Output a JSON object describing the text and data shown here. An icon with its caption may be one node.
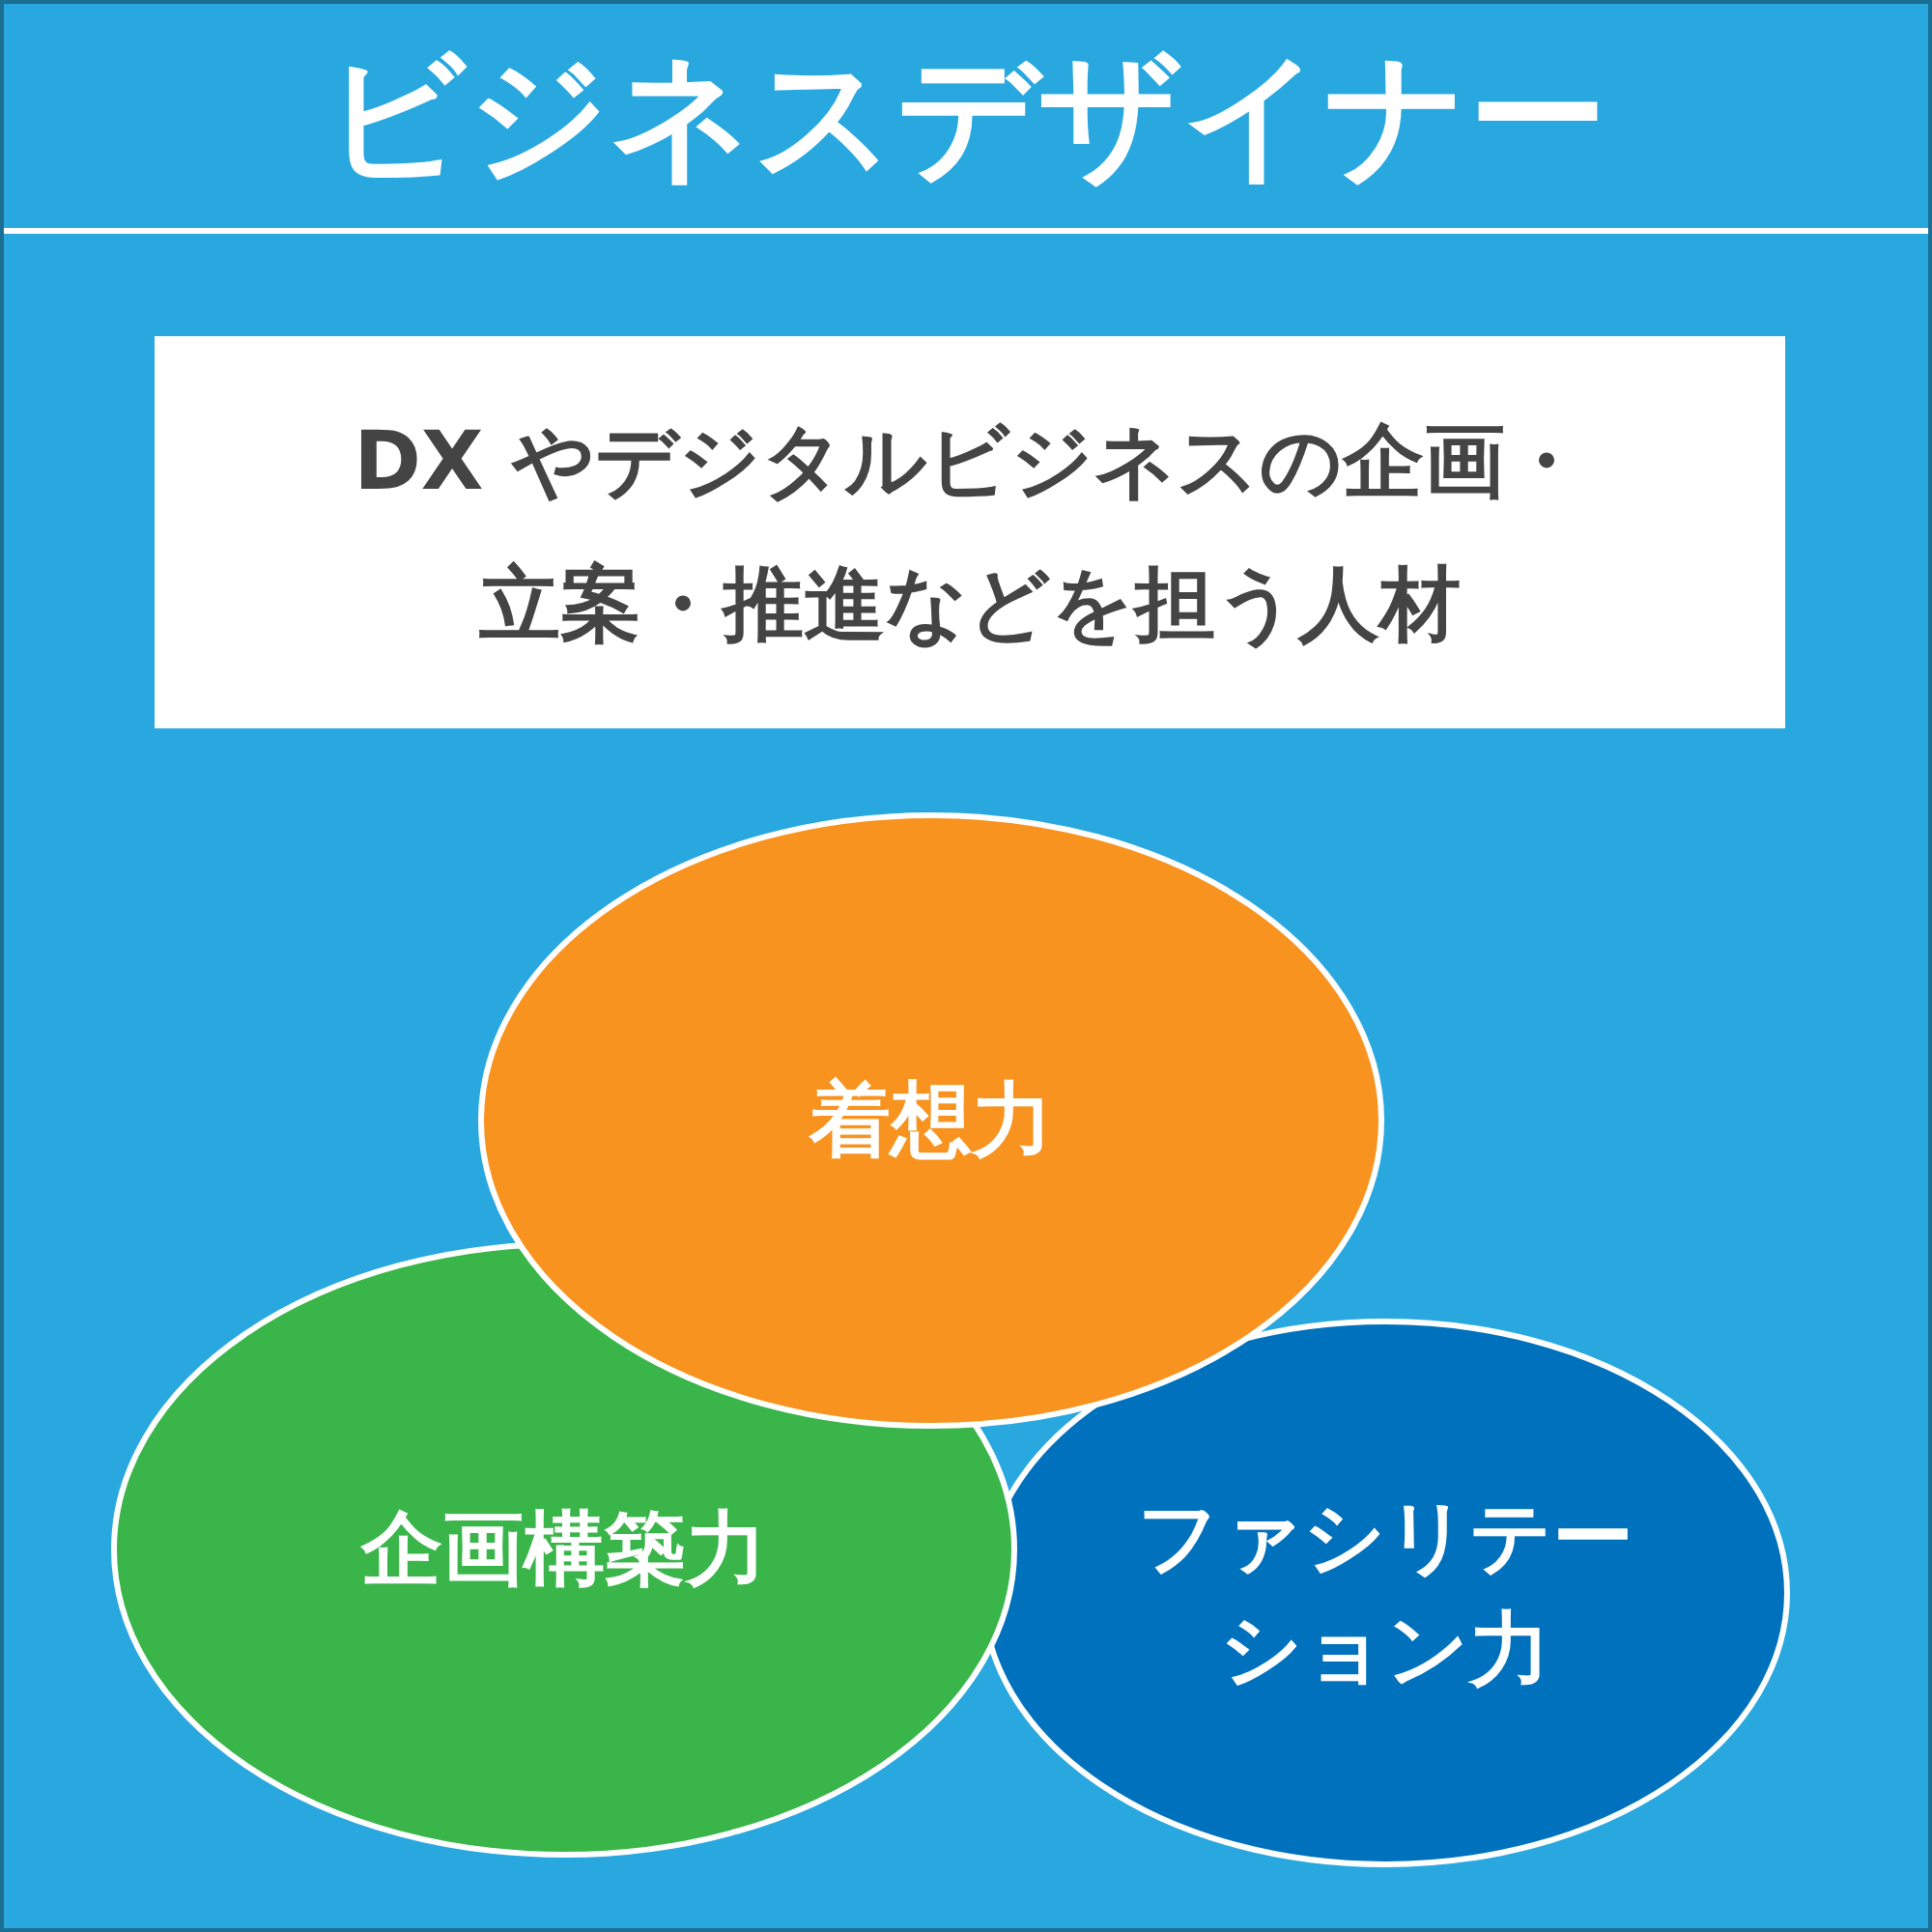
{
  "diagram": {
    "title": "ビジネスデザイナー",
    "nodes": [
      {
        "text": [
          "DX やデジタルビジネスの企画・立案・推進などを担う人材"
        ]
      },
      {
        "text": [
          "着想力"
        ]
      },
      {
        "text": [
          "企画構築力"
        ]
      },
      {
        "text": [
          "ファシリテーション力"
        ]
      }
    ]
  }
}
